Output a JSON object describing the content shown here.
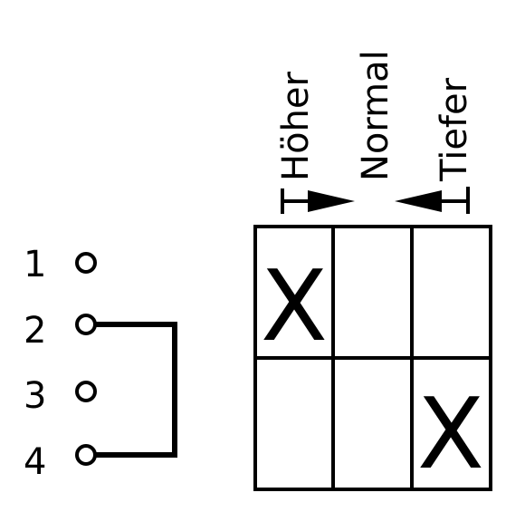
{
  "terminals": [
    {
      "label": "1"
    },
    {
      "label": "2"
    },
    {
      "label": "3"
    },
    {
      "label": "4"
    }
  ],
  "positions": [
    {
      "label": "Höher",
      "arrow": "right"
    },
    {
      "label": "Normal",
      "arrow": "none"
    },
    {
      "label": "Tiefer",
      "arrow": "left"
    }
  ],
  "contacts": [
    {
      "row": 1,
      "column": 1,
      "mark": "X"
    },
    {
      "row": 2,
      "column": 3,
      "mark": "X"
    }
  ],
  "jumper": {
    "from": "2",
    "to": "4"
  }
}
